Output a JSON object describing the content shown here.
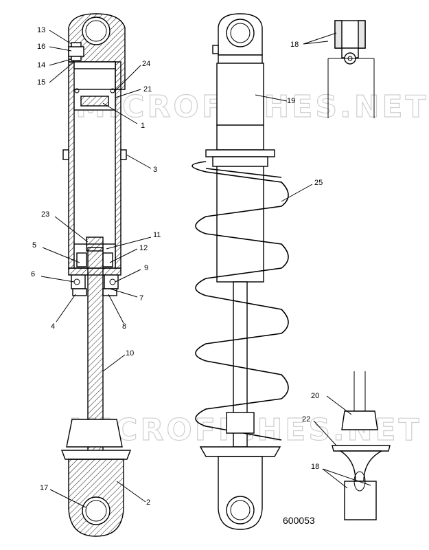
{
  "figure_number": "600053",
  "watermark": "MICROFICHES.NET",
  "callouts": [
    "13",
    "16",
    "14",
    "15",
    "24",
    "21",
    "1",
    "3",
    "23",
    "5",
    "11",
    "12",
    "9",
    "6",
    "7",
    "4",
    "8",
    "10",
    "17",
    "2",
    "18",
    "19",
    "25",
    "20",
    "22",
    "18"
  ]
}
